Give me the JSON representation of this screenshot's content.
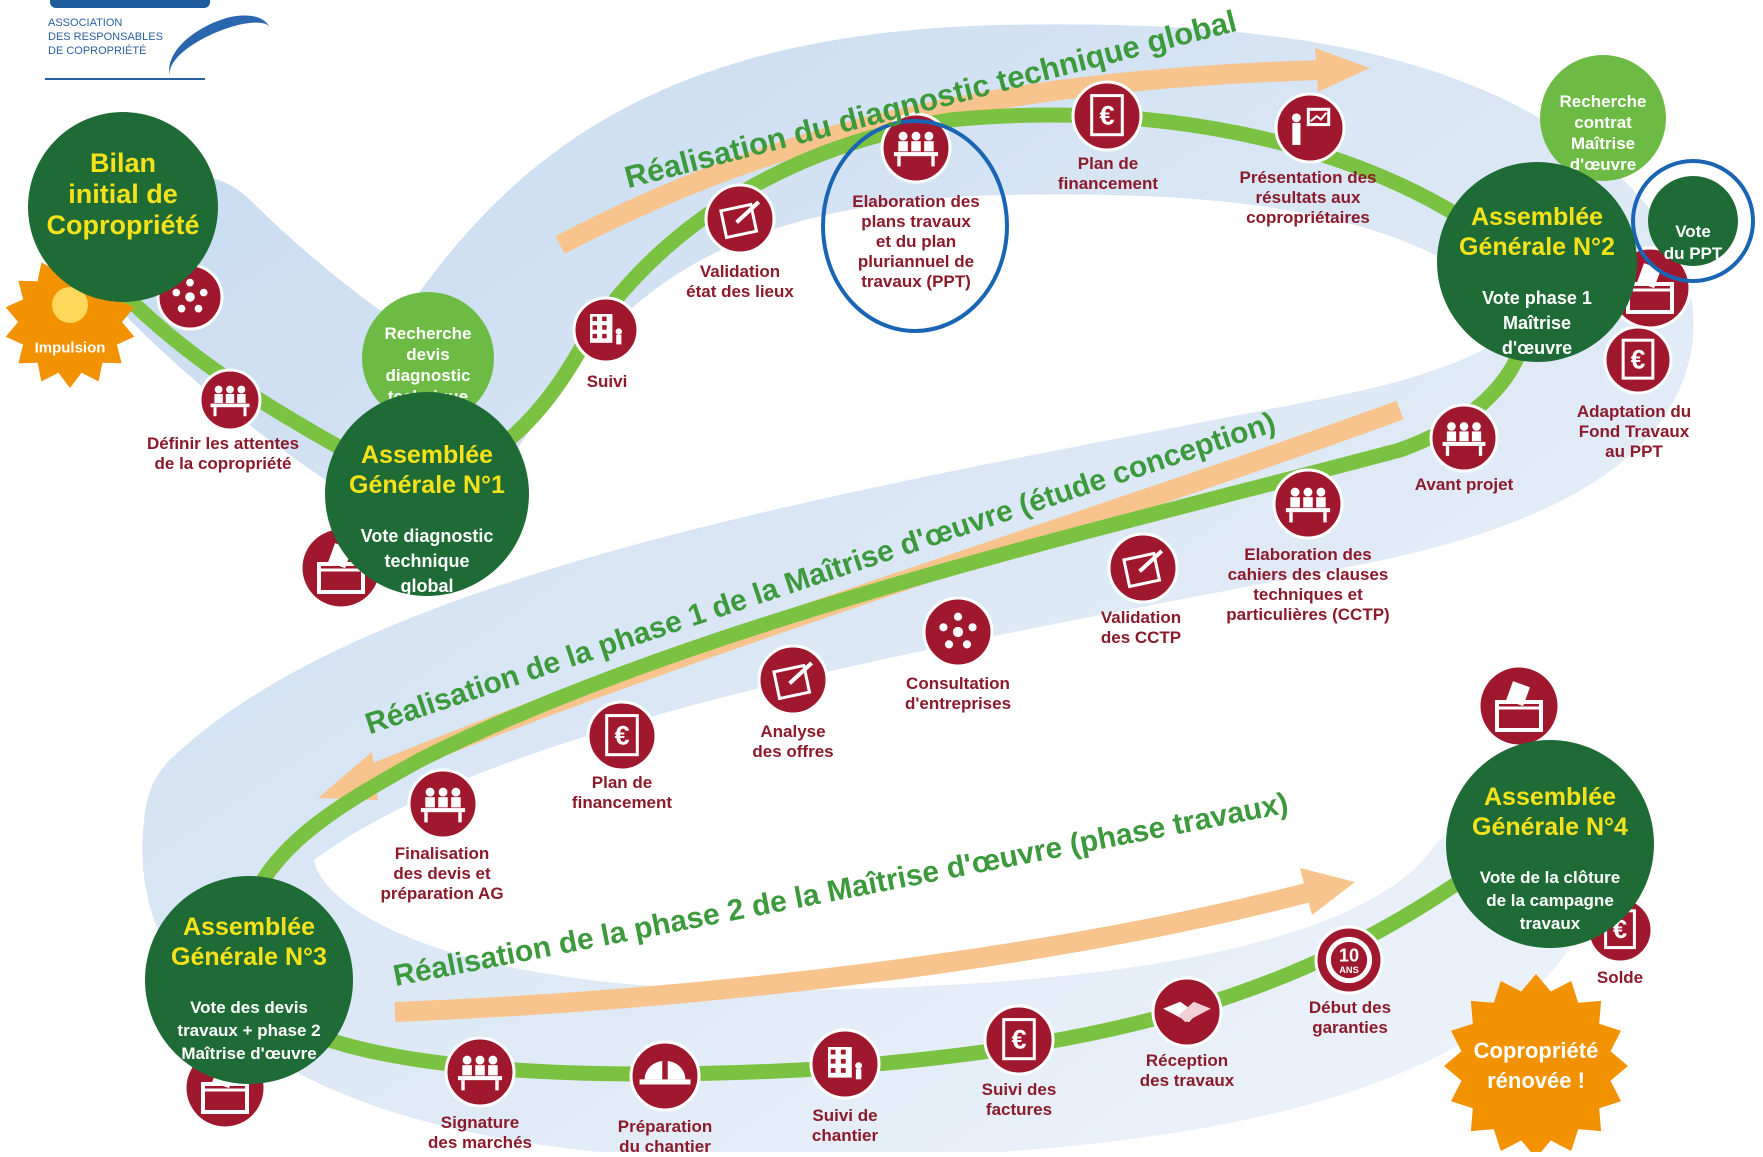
{
  "logo": {
    "line1": "ASSOCIATION",
    "line2": "DES RESPONSABLES",
    "line3": "DE COPROPRIÉTÉ"
  },
  "bilan": {
    "text": "Bilan\ninitial de\nCopropriété"
  },
  "impulsion": {
    "text": "Impulsion"
  },
  "banners": {
    "top": "Réalisation du diagnostic technique global",
    "middle": "Réalisation de la phase 1 de la Maîtrise d'œuvre (étude conception)",
    "bottom": "Réalisation de la phase 2 de la Maîtrise d'œuvre (phase travaux)"
  },
  "ag1": {
    "title": "Assemblée\nGénérale N°1",
    "body": "Vote diagnostic\ntechnique\nglobal",
    "pre": "Recherche\ndevis\ndiagnostic\ntechnique\ngobal"
  },
  "ag2": {
    "title": "Assemblée\nGénérale N°2",
    "body": "Vote phase 1\nMaîtrise\nd'œuvre",
    "pre": "Recherche\ncontrat\nMaîtrise\nd'œuvre",
    "vote": "Vote\ndu PPT"
  },
  "ag3": {
    "title": "Assemblée\nGénérale N°3",
    "body": "Vote des devis\ntravaux + phase 2\nMaîtrise d'œuvre"
  },
  "ag4": {
    "title": "Assemblée\nGénérale N°4",
    "body": "Vote de la clôture\nde la campagne\ntravaux"
  },
  "renovee": {
    "text": "Copropriété\nrénovée !"
  },
  "steps": {
    "definir": "Définir les attentes\nde la copropriété",
    "suivi": "Suivi",
    "validation_etat": "Validation\nétat des lieux",
    "elaboration_ppt": "Elaboration des\nplans travaux\net du plan\npluriannuel de\ntravaux (PPT)",
    "plan_financement_1": "Plan de\nfinancement",
    "presentation": "Présentation des\nrésultats aux\ncopropriétaires",
    "adaptation": "Adaptation du\nFond Travaux\nau PPT",
    "avant_projet": "Avant projet",
    "cctp": "Elaboration des\ncahiers des clauses\ntechniques et\nparticulières (CCTP)",
    "validation_cctp": "Validation\ndes CCTP",
    "consultation": "Consultation\nd'entreprises",
    "analyse": "Analyse\ndes offres",
    "plan_financement_2": "Plan de\nfinancement",
    "finalisation": "Finalisation\ndes devis et\npréparation AG",
    "signature": "Signature\ndes marchés",
    "preparation": "Préparation\ndu chantier",
    "suivi_chantier": "Suivi de\nchantier",
    "suivi_factures": "Suivi des\nfactures",
    "reception": "Réception\ndes travaux",
    "garanties": "Début des\ngaranties",
    "solde": "Solde"
  },
  "badge": {
    "number": "10",
    "unit": "ANS"
  },
  "colors": {
    "path_green": "#7cc242",
    "dark_green": "#1f6b36",
    "light_green": "#6dbb45",
    "maroon": "#a0182e",
    "band": "#dbe7f5",
    "arrow": "#f8c48d",
    "star_orange": "#f39200",
    "highlight_blue": "#1a64b4"
  }
}
